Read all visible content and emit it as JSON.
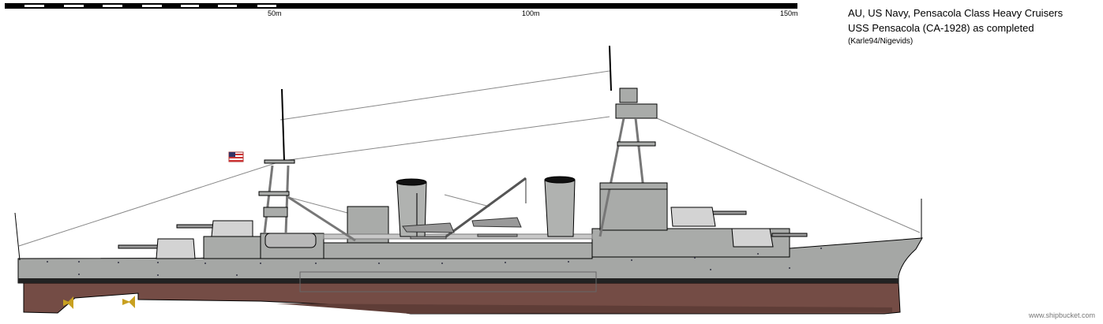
{
  "scale_bar": {
    "labels": [
      "50m",
      "100m",
      "150m"
    ]
  },
  "title": {
    "line1": "AU, US Navy, Pensacola Class Heavy Cruisers",
    "line2": "USS Pensacola (CA-1928) as completed",
    "credits": "(Karle94/Nigevids)"
  },
  "watermark": "www.shipbucket.com",
  "colors": {
    "hull": "#a5a7a5",
    "bottom": "#744c45",
    "boot": "#222222",
    "deck_fittings": "#c8c8c8"
  }
}
